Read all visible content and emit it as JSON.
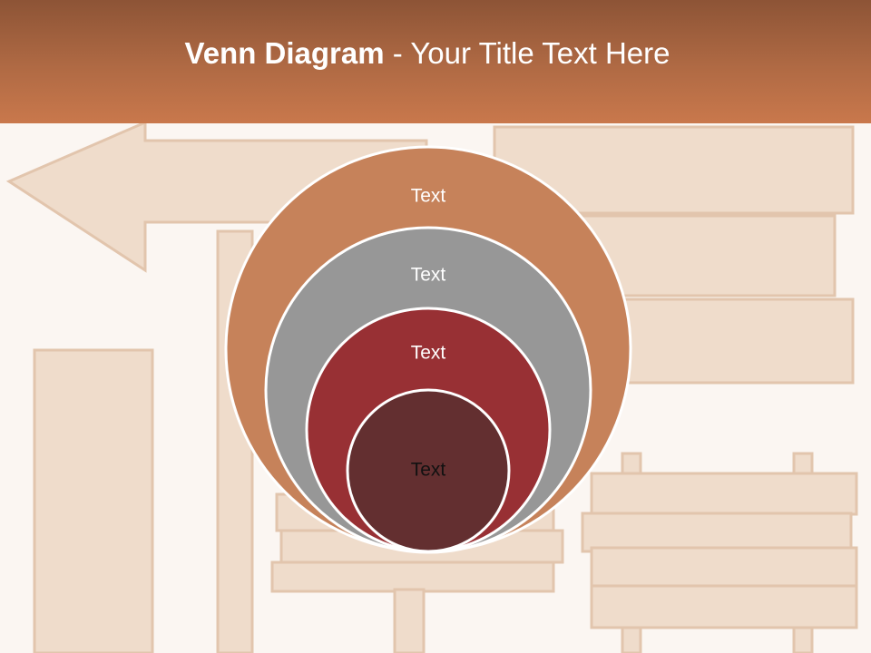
{
  "slide": {
    "title_bold": "Venn Diagram",
    "title_rest": " - Your Title Text Here"
  },
  "diagram": {
    "circles": [
      {
        "label": "Text",
        "fill": "#c6825a",
        "text_color": "#ffffff"
      },
      {
        "label": "Text",
        "fill": "#979797",
        "text_color": "#ffffff"
      },
      {
        "label": "Text",
        "fill": "#983034",
        "text_color": "#ffffff"
      },
      {
        "label": "Text",
        "fill": "#632f30",
        "text_color": "#111111"
      }
    ],
    "outline_color": "#ffffff"
  },
  "theme": {
    "header_color": "#b06a44",
    "background_color": "#fbf6f2",
    "wood_color": "#e6c4a8"
  }
}
